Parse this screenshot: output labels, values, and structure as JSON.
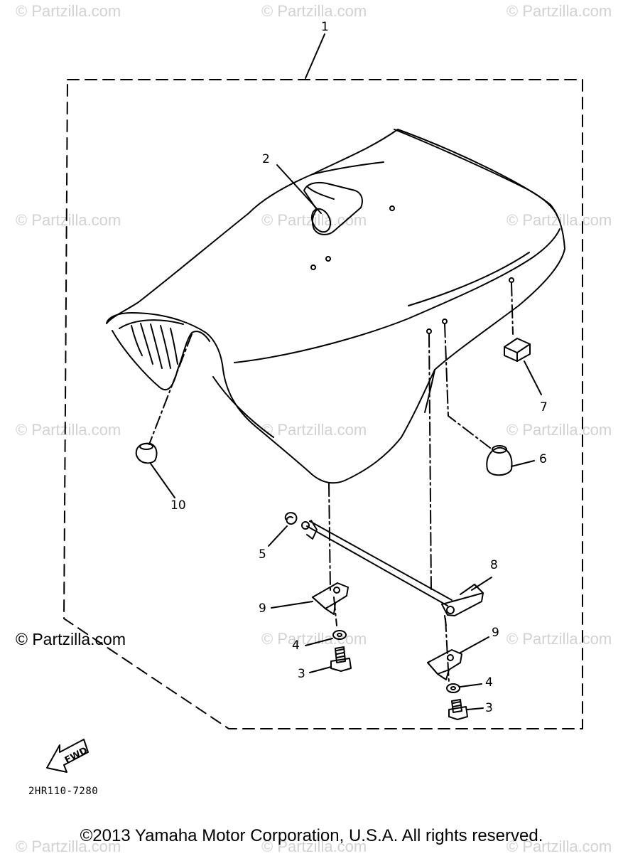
{
  "watermark_text": "© Partzilla.com",
  "watermark_main": "© Partzilla.com",
  "callouts": {
    "c1": "1",
    "c2": "2",
    "c3a": "3",
    "c3b": "3",
    "c4a": "4",
    "c4b": "4",
    "c5": "5",
    "c6": "6",
    "c7": "7",
    "c8": "8",
    "c9a": "9",
    "c9b": "9",
    "c10": "10"
  },
  "fwd_label": "FWD",
  "diagram_code": "2HR110-7280",
  "copyright": "©2013 Yamaha Motor Corporation, U.S.A. All rights reserved."
}
